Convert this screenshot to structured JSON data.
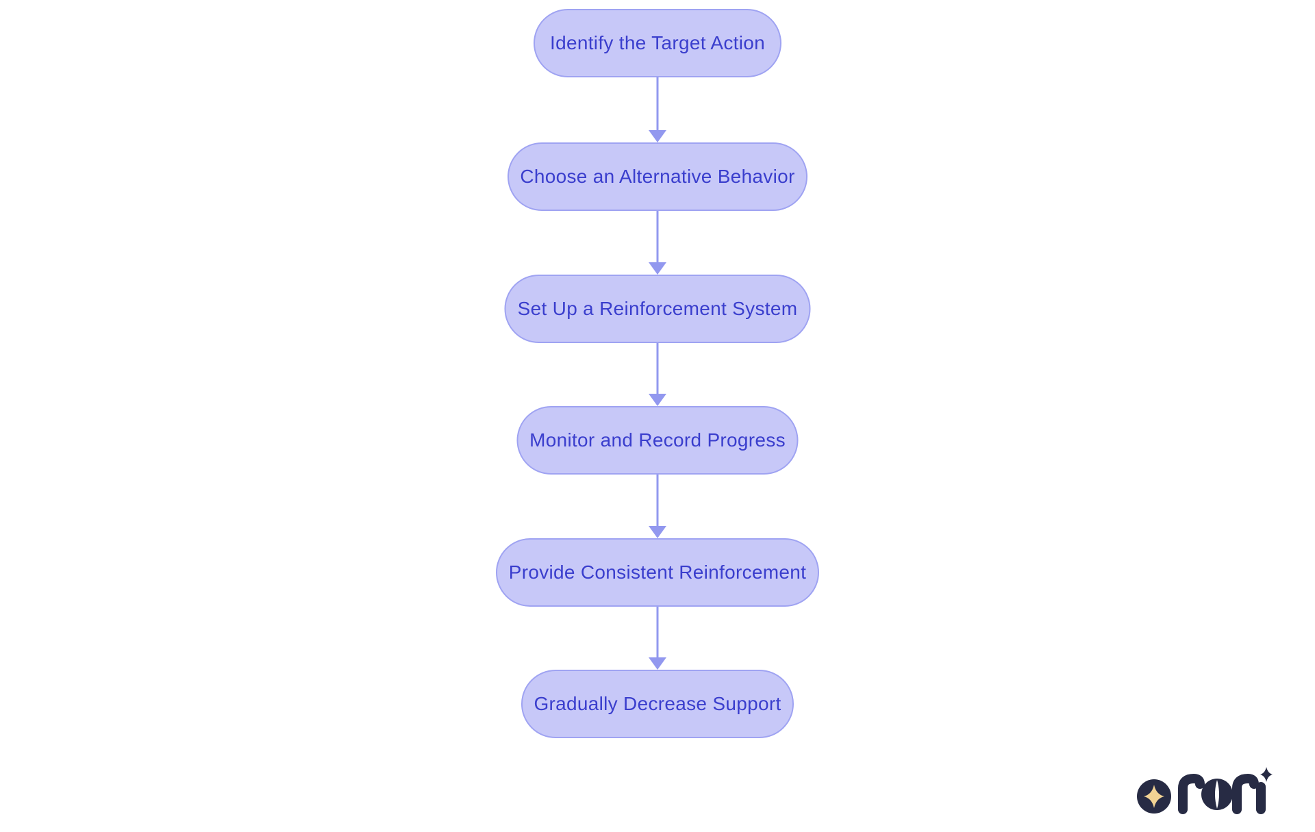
{
  "theme": {
    "page_bg": "#ffffff",
    "node_fill": "#c7c8f8",
    "node_border": "#9fa3f2",
    "node_text": "#3a3ecd",
    "arrow_color": "#9298ef",
    "logo_navy": "#272b44",
    "logo_gold": "#f2d394"
  },
  "flow": {
    "nodes": [
      {
        "label": "Identify the Target Action"
      },
      {
        "label": "Choose an Alternative Behavior"
      },
      {
        "label": "Set Up a Reinforcement System"
      },
      {
        "label": "Monitor and Record Progress"
      },
      {
        "label": "Provide Consistent Reinforcement"
      },
      {
        "label": "Gradually Decrease Support"
      }
    ]
  },
  "logo": {
    "brand": "rori"
  }
}
